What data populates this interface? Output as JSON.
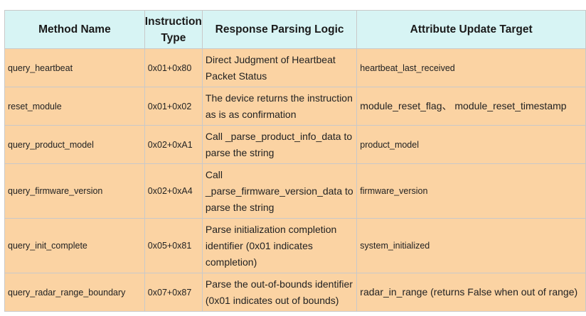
{
  "table": {
    "headers": [
      "Method Name",
      "Instruction Type",
      "Response Parsing Logic",
      "Attribute Update Target"
    ],
    "rows": [
      {
        "method": "query_heartbeat",
        "instruction": "0x01+0x80",
        "logic": "Direct Judgment of Heartbeat Packet Status",
        "target": "heartbeat_last_received"
      },
      {
        "method": "reset_module",
        "instruction": "0x01+0x02",
        "logic": "The device returns the instruction as is as confirmation",
        "target": "module_reset_flag、 module_reset_timestamp"
      },
      {
        "method": "query_product_model",
        "instruction": "0x02+0xA1",
        "logic": "Call _parse_product_info_data to parse the string",
        "target": "product_model"
      },
      {
        "method": "query_firmware_version",
        "instruction": "0x02+0xA4",
        "logic": "Call _parse_firmware_version_data to parse the string",
        "target": "firmware_version"
      },
      {
        "method": "query_init_complete",
        "instruction": "0x05+0x81",
        "logic": "Parse initialization completion identifier (0x01 indicates completion)",
        "target": "system_initialized"
      },
      {
        "method": "query_radar_range_boundary",
        "instruction": "0x07+0x87",
        "logic": "Parse the out-of-bounds identifier (0x01 indicates out of bounds)",
        "target": "radar_in_range (returns False when out of range)"
      }
    ]
  }
}
